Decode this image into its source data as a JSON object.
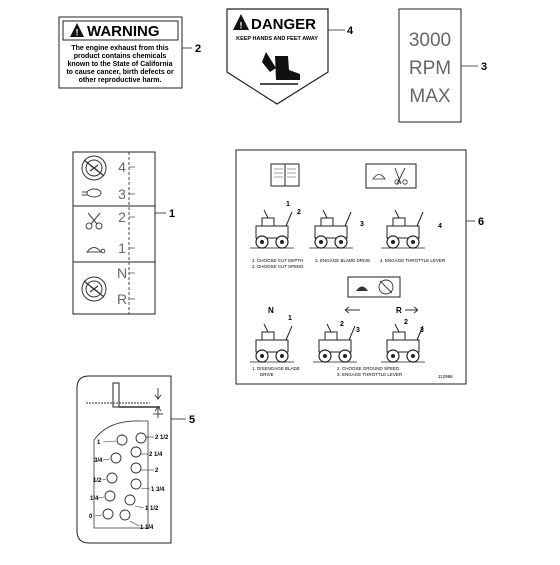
{
  "warning_decal": {
    "title": "WARNING",
    "lines": [
      "The engine exhaust from this",
      "product contains chemicals",
      "known to the State of California",
      "to cause cancer, birth defects or",
      "other reproductive harm."
    ],
    "callout": "2"
  },
  "danger_decal": {
    "title": "DANGER",
    "subtitle": "KEEP HANDS AND FEET AWAY",
    "callout": "4"
  },
  "rpm_decal": {
    "lines": [
      "3000",
      "RPM",
      "MAX"
    ],
    "callout": "3"
  },
  "gear_decal": {
    "gears": [
      "4",
      "3",
      "2",
      "1",
      "N",
      "R"
    ],
    "callout": "1"
  },
  "operation_decal": {
    "callout": "6",
    "top_captions": [
      [
        "1. CHOOSE CUT DEPTH",
        "2. CHOOSE CUT SPEED"
      ],
      [
        "3. ENGAGE BLADE DRIVE"
      ],
      [
        "4. ENGAGE THROTTLE LEVER"
      ]
    ],
    "step_numbers_top": [
      "1",
      "2",
      "3",
      "4"
    ],
    "mid_labels": [
      "N",
      "R"
    ],
    "bottom_captions": [
      [
        "1. DISENGAGE BLADE",
        "DRIVE"
      ],
      [
        "2. CHOOSE GROUND SPEED",
        "3. ENGAGE THROTTLE LEVER"
      ]
    ],
    "step_numbers_bottom": [
      "1",
      "2",
      "3",
      "2",
      "3"
    ],
    "part_number": "112996"
  },
  "depth_decal": {
    "callout": "5",
    "left_labels": [
      "1",
      "3/4",
      "1/2",
      "1/4",
      "0"
    ],
    "right_labels": [
      "2 1/2",
      "2 1/4",
      "2",
      "1 3/4",
      "1 1/2",
      "1 1/4"
    ]
  }
}
